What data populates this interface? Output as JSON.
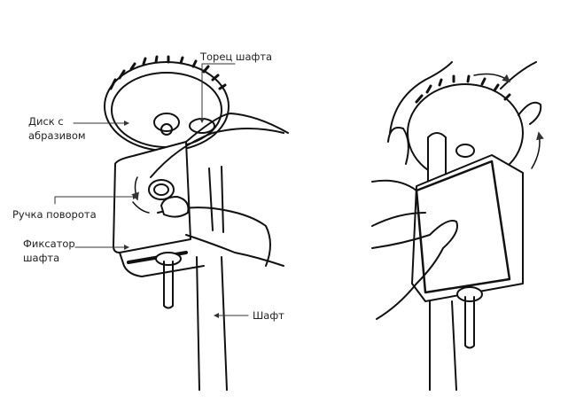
{
  "labels": {
    "shaft_end": "Торец шафта",
    "disc_line1": "Диск с",
    "disc_line2": "абразивом",
    "knob": "Ручка поворота",
    "lock_line1": "Фиксатор",
    "lock_line2": "шафта",
    "shaft": "Шафт"
  },
  "colors": {
    "ink": "#111111",
    "label": "#222222",
    "leader": "#333333"
  }
}
